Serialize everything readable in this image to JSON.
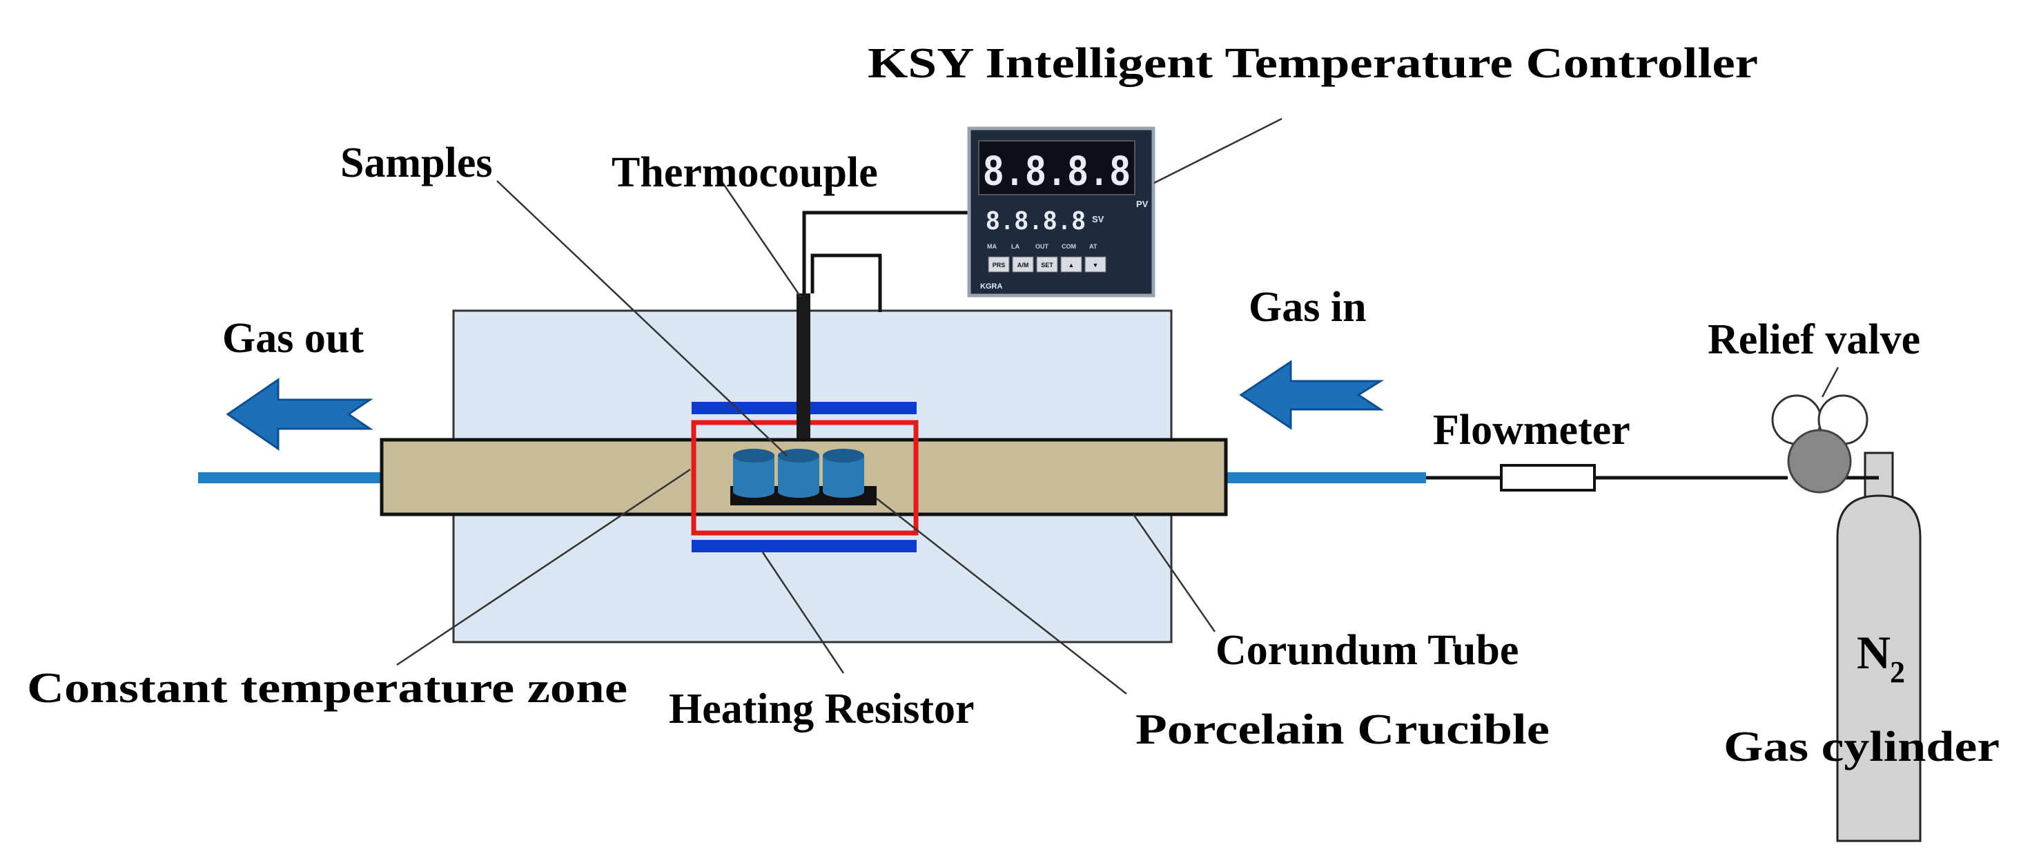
{
  "labels": {
    "controller": "KSY Intelligent Temperature Controller",
    "samples": "Samples",
    "thermocouple": "Thermocouple",
    "gas_out": "Gas out",
    "gas_in": "Gas in",
    "relief_valve": "Relief valve",
    "flowmeter": "Flowmeter",
    "const_zone": "Constant temperature zone",
    "heating_resistor": "Heating Resistor",
    "porcelain_crucible": "Porcelain Crucible",
    "corundum_tube": "Corundum Tube",
    "n2_main": "N",
    "n2_sub": "2",
    "gas_cylinder": "Gas cylinder"
  },
  "controller_panel": {
    "pv_display": "8.8.8.8",
    "sv_display": "8.8.8.8",
    "pv_tag": "PV",
    "sv_tag": "SV",
    "indicators": [
      "MA",
      "LA",
      "OUT",
      "COM",
      "AT"
    ],
    "buttons": [
      "PRS",
      "A/M",
      "SET",
      "▲",
      "▼"
    ],
    "brand": "KGRA"
  },
  "colors": {
    "furnace_body": "#dbe6f3",
    "tube": "#c8bb98",
    "pipe": "#1f80c4",
    "heater": "#0d3ccd",
    "zone": "#e31b1b",
    "crucible": "#2c7ab4",
    "arrow": "#1d6fb8",
    "valve": "#888888",
    "cylinder": "#d2d2d2",
    "panel": "#1f2a3e"
  }
}
